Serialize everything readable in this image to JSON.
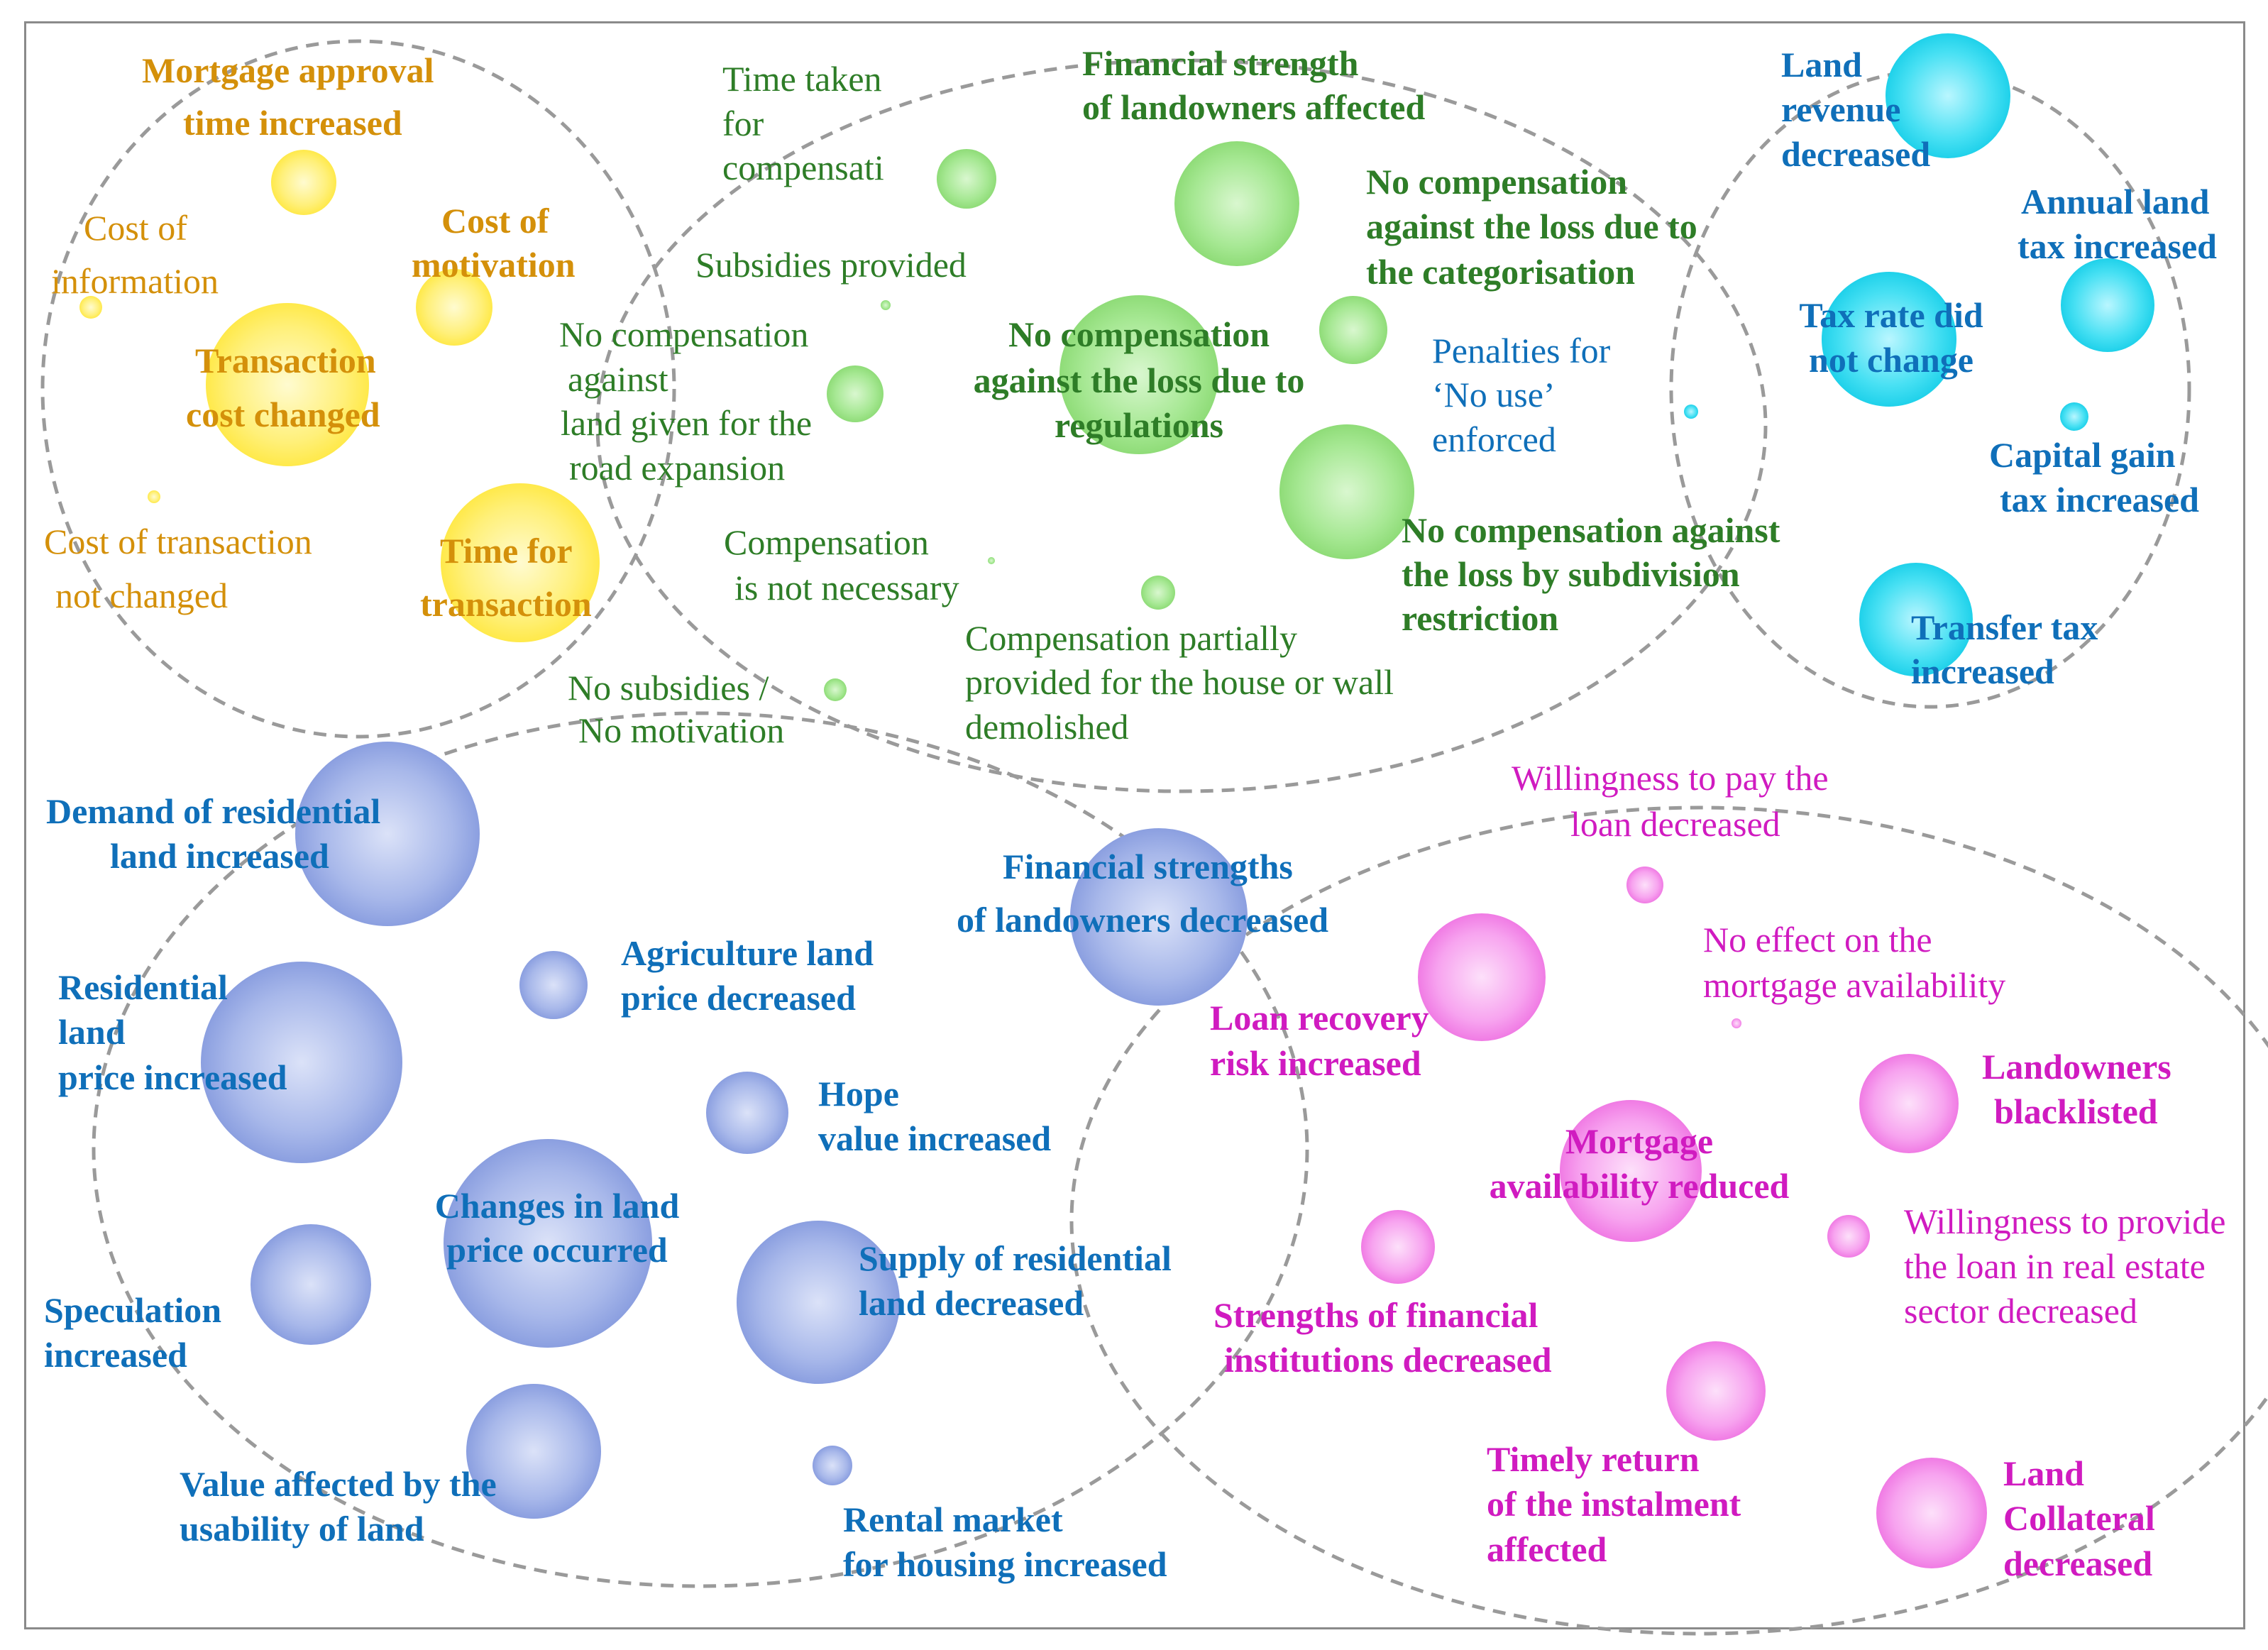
{
  "colors": {
    "orange_group": "#d4900a",
    "green_group": "#2e7d27",
    "cyan_group": "#0f6fb9",
    "blue_group": "#0f6fb9",
    "pink_group": "#d01bc0",
    "orange_bubble": "#ffee55",
    "green_bubble": "#8fe07a",
    "cyan_bubble": "#22d4ee",
    "blue_bubble": "#8fa3e6",
    "pink_bubble": "#f27be8",
    "outline": "#9a9a9a"
  },
  "orange": {
    "l1": "Mortgage approval",
    "l2": "time increased",
    "l3": "Cost of",
    "l4": "information",
    "l5": "Cost of",
    "l6": "motivation",
    "l7": "Transaction",
    "l8": "cost changed",
    "l9": "Cost of transaction",
    "l10": "not changed",
    "l11": "Time for",
    "l12": "transaction"
  },
  "green": {
    "l1": "Time taken",
    "l2": "for",
    "l3": "compensati",
    "l4": "Financial strength",
    "l5": "of landowners affected",
    "l6": "No compensation",
    "l7": "against the loss due to",
    "l8": "the categorisation",
    "l9": "Subsidies provided",
    "l10": "No compensation",
    "l11": "against",
    "l12": "land given for the",
    "l13": "road expansion",
    "l14": "No compensation",
    "l15": "against the loss due to",
    "l16": "regulations",
    "l17": "No compensation against",
    "l18": "the loss by subdivision",
    "l19": "restriction",
    "l20": "Compensation",
    "l21": "is not necessary",
    "l22": "Compensation partially",
    "l23": "provided for the house or wall",
    "l24": "demolished",
    "l25": "No subsidies /",
    "l26": "No motivation"
  },
  "cyan": {
    "l1": "Land",
    "l2": "revenue",
    "l3": "decreased",
    "l4": "Annual land",
    "l5": "tax increased",
    "l6": "Penalties for",
    "l7": "‘No use’",
    "l8": "enforced",
    "l9": "Tax rate did",
    "l10": "not change",
    "l11": "Capital gain",
    "l12": "tax increased",
    "l13": "Transfer tax",
    "l14": "increased"
  },
  "blue": {
    "l1": "Demand of residential",
    "l2": "land increased",
    "l3": "Financial strengths",
    "l4": "of landowners decreased",
    "l5": "Agriculture land",
    "l6": "price decreased",
    "l7": "Residential",
    "l8": "land",
    "l9": "price increased",
    "l10": "Hope",
    "l11": "value increased",
    "l12": "Changes in land",
    "l13": "price occurred",
    "l14": "Supply of residential",
    "l15": "land decreased",
    "l16": "Speculation",
    "l17": "increased",
    "l18": "Value affected by the",
    "l19": "usability of land",
    "l20": "Rental market",
    "l21": "for housing increased"
  },
  "pink": {
    "l1": "Willingness to pay the",
    "l2": "loan decreased",
    "l3": "No effect on the",
    "l4": "mortgage availability",
    "l5": "Loan recovery",
    "l6": "risk increased",
    "l7": "Landowners",
    "l8": "blacklisted",
    "l9": "Mortgage",
    "l10": "availability reduced",
    "l11": "Willingness to provide",
    "l12": "the loan in real estate",
    "l13": "sector decreased",
    "l14": "Strengths of financial",
    "l15": "institutions decreased",
    "l16": "Timely return",
    "l17": "of the instalment",
    "l18": "affected",
    "l19": "Land",
    "l20": "Collateral",
    "l21": "decreased"
  }
}
